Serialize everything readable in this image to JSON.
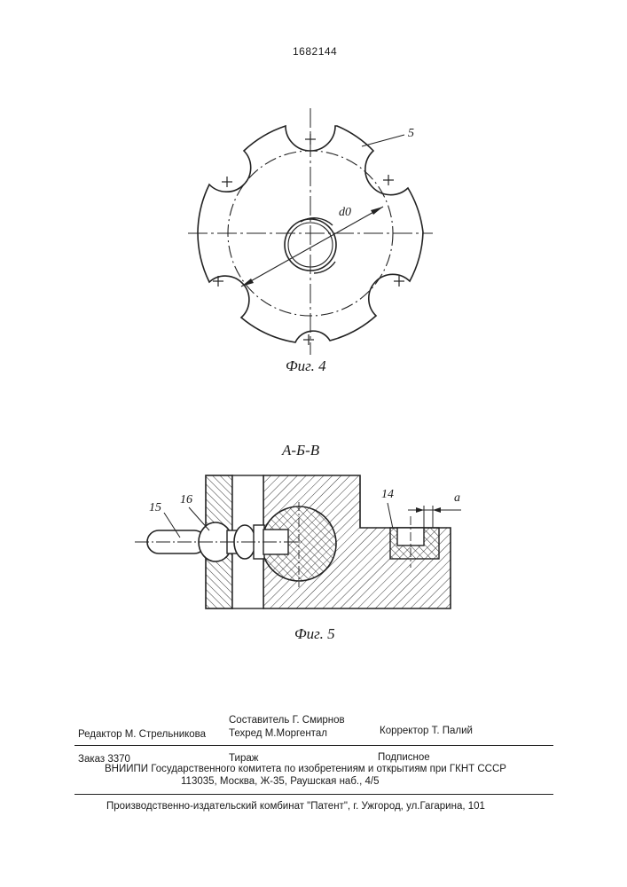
{
  "header": {
    "patent_number": "1682144"
  },
  "figure4": {
    "caption": "Фиг. 4",
    "callout_part": "5",
    "callout_diameter": "d0"
  },
  "figure5": {
    "section_title": "А-Б-В",
    "caption": "Фиг. 5",
    "callout_15": "15",
    "callout_16": "16",
    "callout_14": "14",
    "callout_a": "a"
  },
  "footer": {
    "compiler": "Составитель  Г. Смирнов",
    "editor": "Редактор  М. Стрельникова",
    "techred": "Техред М.Моргентал",
    "corrector": "Корректор   Т. Палий",
    "order": "Заказ  3370",
    "circulation": "Тираж",
    "subscription": "Подписное",
    "institute": "ВНИИПИ Государственного комитета по изобретениям и открытиям при ГКНТ СССР",
    "address": "113035, Москва, Ж-35, Раушская наб., 4/5",
    "publisher": "Производственно-издательский комбинат \"Патент\", г. Ужгород, ул.Гагарина, 101"
  }
}
